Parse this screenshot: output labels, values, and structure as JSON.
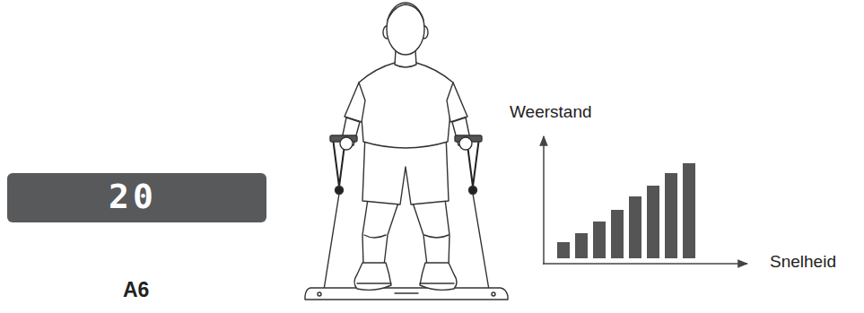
{
  "diagram": {
    "nodes": [
      {
        "text": [
          "20"
        ]
      }
    ],
    "labels": [
      "Weerstand",
      "Snelheid",
      "A6"
    ]
  }
}
